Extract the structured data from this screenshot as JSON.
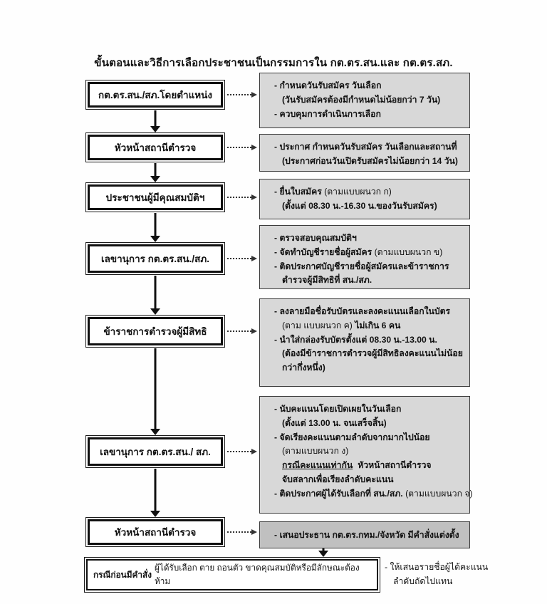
{
  "page": {
    "title": "ขั้นตอนและวิธีการเลือกประชาชนเป็นกรรมการใน กต.ตร.สน.และ กต.ตร.สภ."
  },
  "flow": {
    "nodes": [
      {
        "label": "กต.ตร.สน./สภ.โดยตำแหน่ง"
      },
      {
        "label": "หัวหน้าสถานีตำรวจ"
      },
      {
        "label": "ประชาชนผู้มีคุณสมบัติฯ"
      },
      {
        "label": "เลขานุการ กต.ตร.สน./สภ."
      },
      {
        "label": "ข้าราชการตำรวจผู้มีสิทธิ"
      },
      {
        "label": "เลขานุการ กต.ตร.สน./ สภ."
      },
      {
        "label": "หัวหน้าสถานีตำรวจ"
      }
    ],
    "details": [
      {
        "lines": [
          {
            "t": "- กำหนดวันรับสมัคร วันเลือก"
          },
          {
            "t": "(วันรับสมัครต้องมีกำหนดไม่น้อยกว่า 7 วัน)"
          },
          {
            "t": "- ควบคุมการดำเนินการเลือก"
          }
        ]
      },
      {
        "lines": [
          {
            "t": "- ประกาศ กำหนดวันรับสมัคร วันเลือกและสถานที่"
          },
          {
            "t": "(ประกาศก่อนวันเปิดรับสมัครไม่น้อยกว่า 14 วัน)"
          }
        ]
      },
      {
        "lines": [
          {
            "t": "- ยื่นใบสมัคร",
            "n": " (ตามแบบผนวก ก)"
          },
          {
            "t": "(ตั้งแต่ 08.30 น.-16.30 น.ของวันรับสมัคร)"
          }
        ]
      },
      {
        "lines": [
          {
            "t": "- ตรวจสอบคุณสมบัติฯ"
          },
          {
            "t": "- จัดทำบัญชีรายชื่อผู้สมัคร",
            "n": " (ตามแบบผนวก ข)"
          },
          {
            "t": "- ติดประกาศบัญชีรายชื่อผู้สมัครและข้าราชการ"
          },
          {
            "t": "ตำรวจผู้มีสิทธิที่ สน./สภ."
          }
        ]
      },
      {
        "lines": [
          {
            "t": "- ลงลายมือชื่อรับบัตรและลงคะแนนเลือกในบัตร"
          },
          {
            "n": "(ตาม แบบผนวก ค)",
            "t": "  ไม่เกิน 6  คน"
          },
          {
            "t": "- นำใส่กล่องรับบัตรตั้งแต่ 08.30 น.-13.00 น."
          },
          {
            "t": "(ต้องมีข้าราชการตำรวจผู้มีสิทธิลงคะแนนไม่น้อย"
          },
          {
            "t": "กว่ากึ่งหนึ่ง)"
          }
        ]
      },
      {
        "lines": [
          {
            "t": "- นับคะแนนโดยเปิดเผยในวันเลือก"
          },
          {
            "t": "(ตั้งแต่ 13.00 น. จนเสร็จสิ้น)"
          },
          {
            "t": "- จัดเรียงคะแนนตามลำดับจากมากไปน้อย"
          },
          {
            "n": "(ตามแบบผนวก ง)"
          },
          {
            "u": "กรณีคะแนนเท่ากัน",
            "t": "หัวหน้าสถานีตำรวจ"
          },
          {
            "t": "จับสลากเพื่อเรียงลำดับคะแนน"
          },
          {
            "t": "- ติดประกาศผู้ได้รับเลือกที่ สน./สภ.",
            "n": " (ตามแบบผนวก จ)"
          }
        ]
      },
      {
        "lines": [
          {
            "t": "- เสนอประธาน กต.ตร.กทม./จังหวัด มีคำสั่งแต่งตั้ง"
          }
        ]
      }
    ],
    "bottom_box": {
      "bold": "กรณีก่อนมีคำสั่ง",
      "rest": "ผู้ได้รับเลือก ตาย ถอนตัว ขาดคุณสมบัติหรือมีลักษณะต้องห้าม"
    },
    "bottom_note": {
      "line1": "- ให้เสนอรายชื่อผู้ได้คะแนน",
      "line2": "ลำดับถัดไปแทน"
    }
  },
  "colors": {
    "detail_fill": "#d8d8d8",
    "detail_fill_dark": "#c0c0c0",
    "line_color": "#111111",
    "background": "#fefefe"
  }
}
